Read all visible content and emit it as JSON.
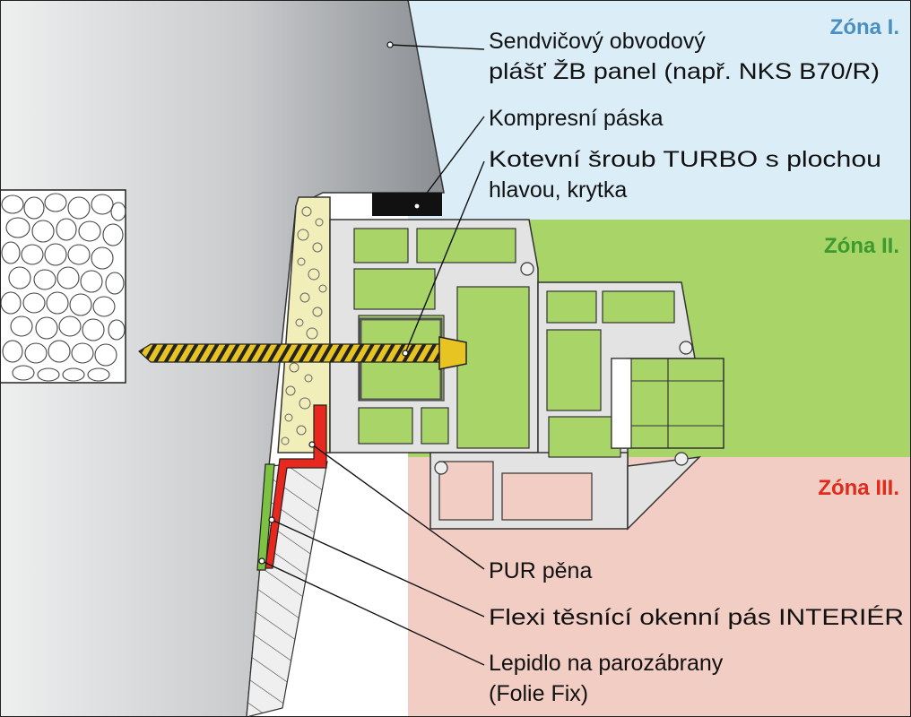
{
  "zones": [
    {
      "label": "Zóna I.",
      "color": "#4a8fc2",
      "bg": "#dbeef8"
    },
    {
      "label": "Zóna II.",
      "color": "#3c9a2e",
      "bg": "#a8d468"
    },
    {
      "label": "Zóna III.",
      "color": "#e02a1c",
      "bg": "#f2cdc3"
    }
  ],
  "callouts": {
    "panel_line1": "Sendvičový obvodový",
    "panel_line2": "plášť ŽB panel (např. NKS B70/R)",
    "tape": "Kompresní páska",
    "screw_line1": "Kotevní šroub TURBO s plochou",
    "screw_line2": "hlavou, krytka",
    "pur": "PUR pěna",
    "flexi": "Flexi těsnící okenní pás INTERIÉR",
    "glue_line1": "Lepidlo na parozábrany",
    "glue_line2": "(Folie Fix)"
  },
  "colors": {
    "wall_dark": "#8e9296",
    "wall_light": "#eceded",
    "foam": "#f1eeba",
    "profile": "#e3e3e3",
    "screw": "#e8c422",
    "flexi_tape": "#7ec243",
    "glue": "#e8271f"
  }
}
